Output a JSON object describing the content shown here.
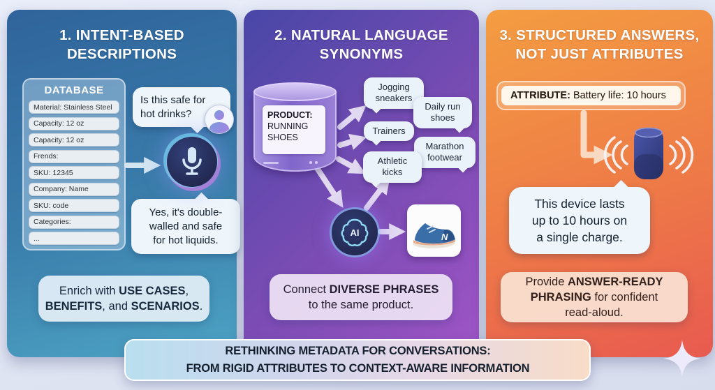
{
  "p1": {
    "title": "1. INTENT-BASED\nDESCRIPTIONS",
    "db_title": "DATABASE",
    "db_rows": [
      "Material: Stainless Steel",
      "Capacity: 12 oz",
      "Capacity: 12 oz",
      "Frends:",
      "SKU: 12345",
      "Company: Name",
      "SKU: code",
      "Categories:",
      "..."
    ],
    "question": "Is this safe for\nhot drinks?",
    "answer": "Yes, it's double-\nwalled and safe\nfor hot liquids.",
    "cap": {
      "s1": "Enrich with ",
      "b1": "USE CASES",
      "s2": ",\n",
      "b2": "BENEFITS",
      "s3": ", and ",
      "b3": "SCENARIOS",
      "s4": "."
    }
  },
  "p2": {
    "title": "2. NATURAL LANGUAGE\nSYNONYMS",
    "product_label": "PRODUCT:",
    "product_name": "RUNNING\nSHOES",
    "synonyms": [
      "Jogging\nsneakers",
      "Daily run\nshoes",
      "Trainers",
      "Marathon\nfootwear",
      "Athletic\nkicks"
    ],
    "ai": "AI",
    "cap": {
      "s1": "Connect ",
      "b1": "DIVERSE PHRASES",
      "s2": "\nto the same product."
    }
  },
  "p3": {
    "title": "3. STRUCTURED ANSWERS,\nNOT JUST ATTRIBUTES",
    "attr_label": "ATTRIBUTE:",
    "attr_value": " Battery life: 10 hours",
    "bubble": "This device lasts\nup to 10 hours on\na single charge.",
    "cap": {
      "s1": "Provide ",
      "b1": "ANSWER-READY\nPHRASING",
      "s2": " for confident\nread-aloud."
    }
  },
  "banner": "RETHINKING METADATA FOR CONVERSATIONS:\nFROM RIGID ATTRIBUTES TO CONTEXT-AWARE INFORMATION",
  "colors": {
    "panel1_gradient": [
      "#2f649b",
      "#4da4c4"
    ],
    "panel2_gradient": [
      "#4847a7",
      "#a055c6"
    ],
    "panel3_gradient": [
      "#f49d41",
      "#e85a50"
    ],
    "banner_gradient": [
      "#b9dfef",
      "#f7dcc7"
    ],
    "background": "#dde2f1",
    "bubble": "#eef5fb"
  }
}
